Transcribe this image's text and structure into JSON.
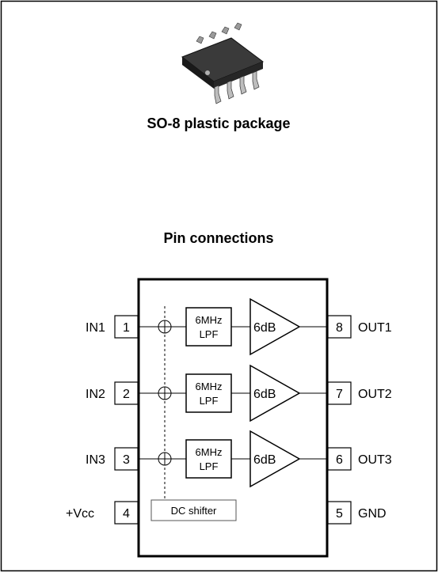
{
  "package": {
    "caption": "SO-8 plastic package",
    "icon": "so8-chip-icon"
  },
  "diagram": {
    "title": "Pin connections",
    "channels": [
      {
        "in_label": "IN1",
        "in_pin": "1",
        "filter_line1": "6MHz",
        "filter_line2": "LPF",
        "gain": "6dB",
        "out_pin": "8",
        "out_label": "OUT1"
      },
      {
        "in_label": "IN2",
        "in_pin": "2",
        "filter_line1": "6MHz",
        "filter_line2": "LPF",
        "gain": "6dB",
        "out_pin": "7",
        "out_label": "OUT2"
      },
      {
        "in_label": "IN3",
        "in_pin": "3",
        "filter_line1": "6MHz",
        "filter_line2": "LPF",
        "gain": "6dB",
        "out_pin": "6",
        "out_label": "OUT3"
      }
    ],
    "supply": {
      "label": "+Vcc",
      "pin": "4"
    },
    "ground": {
      "label": "GND",
      "pin": "5"
    },
    "dc_shifter_label": "DC shifter"
  }
}
